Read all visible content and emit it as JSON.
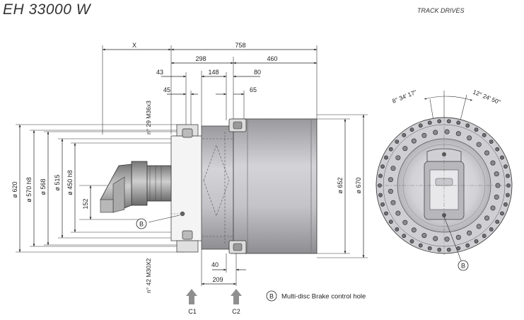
{
  "title": "EH 33000 W",
  "category": "TRACK DRIVES",
  "dimensions": {
    "top": [
      "X",
      "758",
      "298",
      "460",
      "43",
      "148",
      "80",
      "45",
      "65"
    ],
    "vertical_left": [
      "ø 620",
      "ø 570 h8",
      "ø 568",
      "ø 515",
      "ø 450 h8",
      "152"
    ],
    "vertical_right": [
      "ø 652",
      "ø 670"
    ],
    "bolts_top": "n° 29 M36x3",
    "bolts_bottom": "n° 42 M30X2",
    "bottom": [
      "40",
      "209"
    ],
    "angles": [
      "8° 34' 17\"",
      "12° 24' 50\""
    ]
  },
  "markers": {
    "brake_hole": "B",
    "c1": "C1",
    "c2": "C2"
  },
  "legend": {
    "symbol": "B",
    "text": "Multi-disc Brake control hole"
  }
}
